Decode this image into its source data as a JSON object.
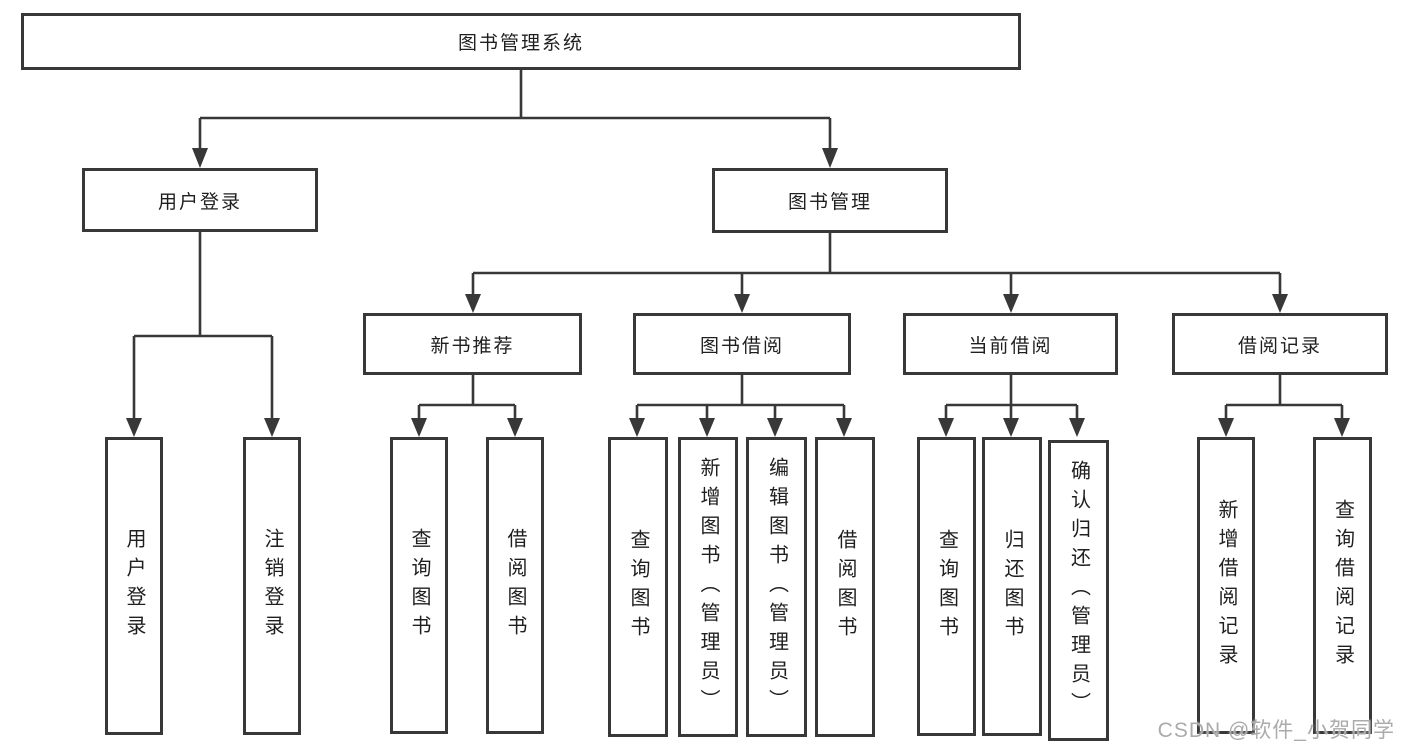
{
  "diagram": {
    "tree": {
      "label": "图书管理系统",
      "children": [
        {
          "label": "用户登录",
          "children": [
            {
              "label": "用户登录"
            },
            {
              "label": "注销登录"
            }
          ]
        },
        {
          "label": "图书管理",
          "children": [
            {
              "label": "新书推荐",
              "children": [
                {
                  "label": "查询图书"
                },
                {
                  "label": "借阅图书"
                }
              ]
            },
            {
              "label": "图书借阅",
              "children": [
                {
                  "label": "查询图书"
                },
                {
                  "label": "新增图书（管理员）"
                },
                {
                  "label": "编辑图书（管理员）"
                },
                {
                  "label": "借阅图书"
                }
              ]
            },
            {
              "label": "当前借阅",
              "children": [
                {
                  "label": "查询图书"
                },
                {
                  "label": "归还图书"
                },
                {
                  "label": "确认归还（管理员）"
                }
              ]
            },
            {
              "label": "借阅记录",
              "children": [
                {
                  "label": "新增借阅记录"
                },
                {
                  "label": "查询借阅记录"
                }
              ]
            }
          ]
        }
      ]
    },
    "colors": {
      "line": "#383838",
      "text": "#1f1f1f",
      "watermark": "#ababab",
      "background": "#ffffff"
    }
  },
  "watermark": "CSDN @软件_小贺同学"
}
